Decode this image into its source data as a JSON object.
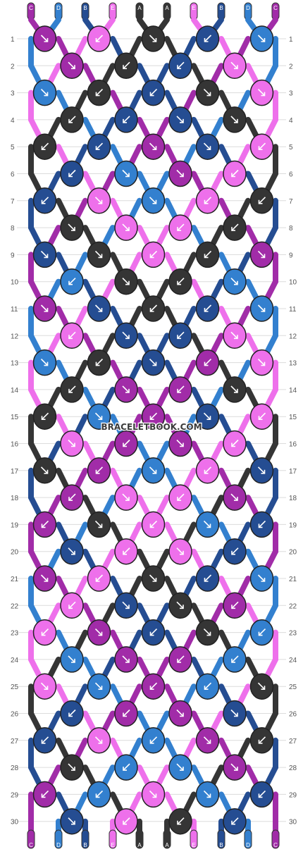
{
  "colors": {
    "A": "#353535",
    "B": "#254D92",
    "C": "#A12CA8",
    "D": "#3380CF",
    "E": "#EE70EB",
    "knot_outline": "#222222",
    "grid_line": "#dcdcdc"
  },
  "top_strings": [
    "C",
    "D",
    "B",
    "E",
    "A",
    "A",
    "E",
    "B",
    "D",
    "C"
  ],
  "bottom_strings": [
    "C",
    "D",
    "B",
    "E",
    "A",
    "A",
    "E",
    "B",
    "D",
    "C"
  ],
  "row_numbers": [
    1,
    2,
    3,
    4,
    5,
    6,
    7,
    8,
    9,
    10,
    11,
    12,
    13,
    14,
    15,
    16,
    17,
    18,
    19,
    20,
    21,
    22,
    23,
    24,
    25,
    26,
    27,
    28,
    29,
    30
  ],
  "watermark": "BRACELETBOOK.COM",
  "knot_types": [
    "R",
    "L",
    "R",
    "L",
    "R",
    "R",
    "L",
    "L",
    "R",
    "R",
    "L",
    "L",
    "R",
    "R",
    "L",
    "L",
    "R",
    "R",
    "L",
    "L",
    "R",
    "R",
    "L",
    "L",
    "R",
    "R",
    "L",
    "L",
    "R",
    "R",
    "L",
    "L",
    "R",
    "R",
    "L",
    "L",
    "R",
    "R",
    "L",
    "L",
    "R",
    "L",
    "R",
    "L",
    "R",
    "R",
    "R",
    "L",
    "L",
    "R",
    "L",
    "R",
    "L",
    "R",
    "R",
    "L",
    "R",
    "L",
    "R",
    "L",
    "R",
    "L",
    "R",
    "L",
    "R",
    "L",
    "R",
    "L",
    "R",
    "L",
    "R",
    "L",
    "R",
    "L",
    "R",
    "L",
    "R",
    "L",
    "R",
    "L",
    "R",
    "L",
    "R",
    "L",
    "R",
    "L",
    "R",
    "L",
    "R",
    "L",
    "R",
    "L",
    "R",
    "L",
    "R",
    "L",
    "R",
    "R",
    "L",
    "L",
    "R",
    "L",
    "R",
    "L",
    "R",
    "R",
    "L",
    "L",
    "R",
    "R",
    "L",
    "L",
    "R",
    "L",
    "L",
    "R",
    "R",
    "L",
    "R",
    "L",
    "R",
    "L",
    "R",
    "L",
    "R",
    "R",
    "L",
    "L",
    "R",
    "R",
    "L",
    "R",
    "L",
    "L",
    "L",
    "R",
    "R",
    "L",
    "R",
    "R",
    "L",
    "L",
    "R",
    "R",
    "L",
    "L",
    "R",
    "R",
    "L",
    "L",
    "R",
    "R",
    "L",
    "L",
    "R",
    "L",
    "R",
    "L",
    "R",
    "R",
    "L",
    "L",
    "R",
    "L",
    "R",
    "L",
    "R",
    "L",
    "R",
    "L",
    "R",
    "R",
    "L",
    "L",
    "R",
    "R",
    "L",
    "L",
    "R",
    "R",
    "L",
    "R",
    "L",
    "L",
    "R",
    "R",
    "L",
    "L",
    "R",
    "R",
    "L",
    "L",
    "R",
    "R",
    "L",
    "L",
    "L",
    "R",
    "L",
    "R",
    "R",
    "R",
    "L",
    "L",
    "R",
    "R",
    "L",
    "L",
    "R",
    "R",
    "L",
    "L",
    "R",
    "R",
    "L",
    "R",
    "L",
    "L",
    "R",
    "R",
    "L",
    "L",
    "R",
    "R",
    "L",
    "L",
    "R",
    "R",
    "L",
    "R",
    "L",
    "R",
    "R",
    "R",
    "L",
    "L",
    "L",
    "L",
    "R",
    "R",
    "R",
    "R",
    "L",
    "L",
    "R",
    "L",
    "R",
    "L",
    "R",
    "L",
    "R",
    "L",
    "R",
    "L",
    "R",
    "L",
    "R",
    "L",
    "R",
    "L",
    "R",
    "L",
    "R",
    "L",
    "R",
    "R",
    "L",
    "L",
    "R",
    "R",
    "L",
    "L",
    "R",
    "R",
    "L",
    "L",
    "R",
    "R",
    "L",
    "L",
    "R",
    "R",
    "L",
    "L",
    "R",
    "R",
    "L",
    "L",
    "R",
    "R",
    "L",
    "L",
    "R",
    "R",
    "L",
    "L",
    "R",
    "R",
    "L",
    "L",
    "R",
    "R",
    "L",
    "L",
    "R",
    "R",
    "L",
    "L",
    "R",
    "R",
    "L",
    "L",
    "R",
    "R",
    "L",
    "L",
    "R",
    "R",
    "L",
    "L",
    "R",
    "R",
    "L",
    "L",
    "R",
    "R",
    "L",
    "L"
  ]
}
